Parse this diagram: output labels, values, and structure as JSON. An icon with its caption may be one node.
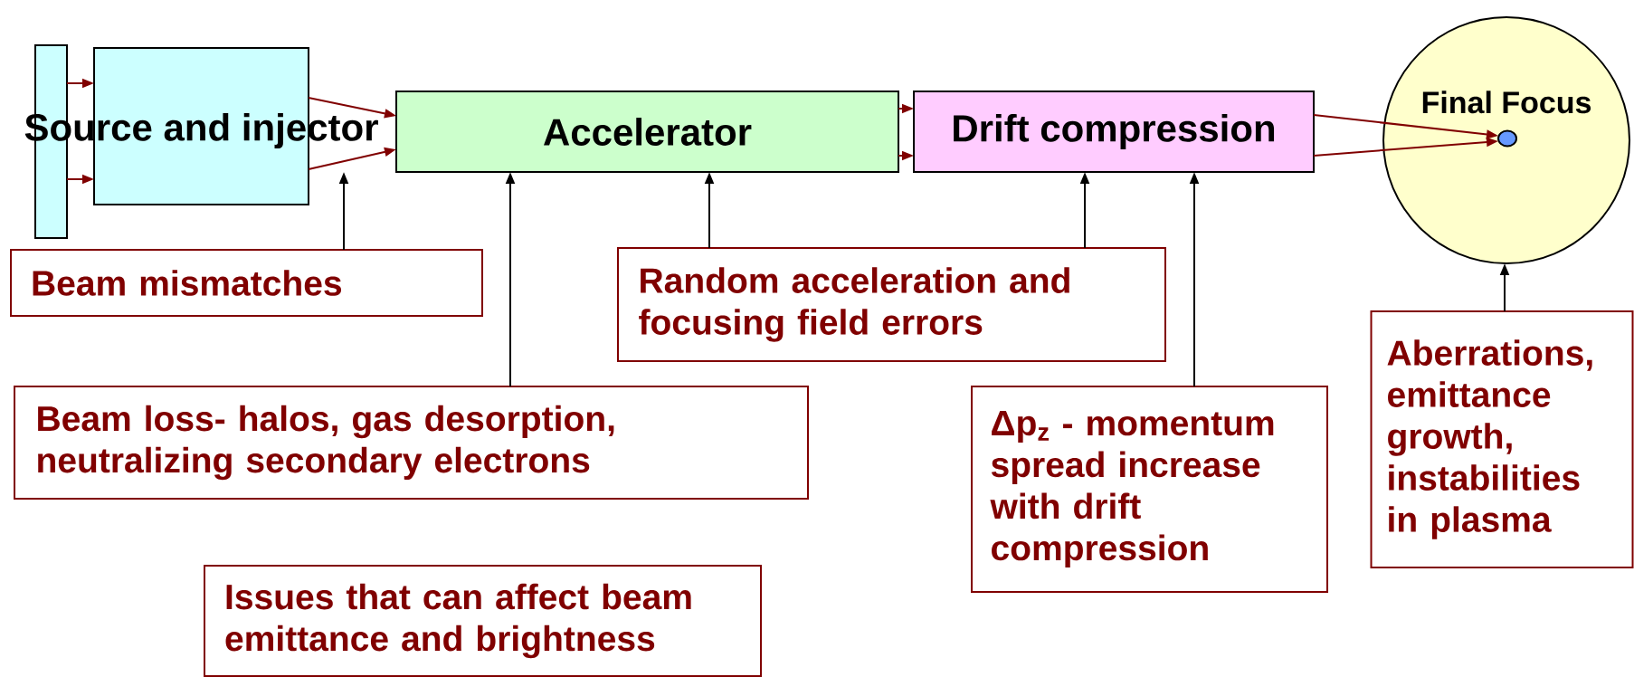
{
  "diagram": {
    "nodes": [
      {
        "text": [],
        "shape": "bar"
      },
      {
        "text": [
          "Source and injector"
        ]
      },
      {
        "text": [
          "Accelerator"
        ]
      },
      {
        "text": [
          "Drift compression"
        ]
      },
      {
        "text": [
          "Final Focus"
        ]
      },
      {
        "text": [],
        "shape": "circle",
        "in": 4
      },
      {
        "text": [
          "Beam mismatches"
        ]
      },
      {
        "text": [
          "Random acceleration and focusing field errors"
        ]
      },
      {
        "text": [
          "Aberrations, emittance growth, instabilities in plasma"
        ]
      },
      {
        "text": [
          "Beam loss- halos, gas desorption, neutralizing secondary electrons"
        ]
      },
      {
        "text": [
          "Δp$_{z}$ - momentum spread increase with drift compression"
        ]
      },
      {
        "text": [
          "Issues that can affect beam emittance and brightness"
        ]
      }
    ],
    "edges": [
      {
        "from": 0,
        "to": 1,
        "arrow": "to"
      },
      {
        "from": 0,
        "to": 1,
        "arrow": "to"
      },
      {
        "from": 1,
        "to": 2,
        "arrow": "to"
      },
      {
        "from": 1,
        "to": 2,
        "arrow": "to"
      },
      {
        "from": 2,
        "to": 3,
        "arrow": "to"
      },
      {
        "from": 2,
        "to": 3,
        "arrow": "to"
      },
      {
        "from": 3,
        "to": 5,
        "arrow": "to"
      },
      {
        "from": 3,
        "to": 5,
        "arrow": "to"
      },
      {
        "from": 6,
        "to": null,
        "arrow": "to",
        "color": "#000000"
      },
      {
        "from": 9,
        "to": 2,
        "arrow": "to",
        "color": "#000000"
      },
      {
        "from": 7,
        "to": 2,
        "arrow": "to",
        "color": "#000000"
      },
      {
        "from": 7,
        "to": 3,
        "arrow": "to",
        "color": "#000000"
      },
      {
        "from": 10,
        "to": 3,
        "arrow": "to",
        "color": "#000000"
      },
      {
        "from": 8,
        "to": 4,
        "arrow": "to",
        "color": "#000000"
      }
    ]
  }
}
